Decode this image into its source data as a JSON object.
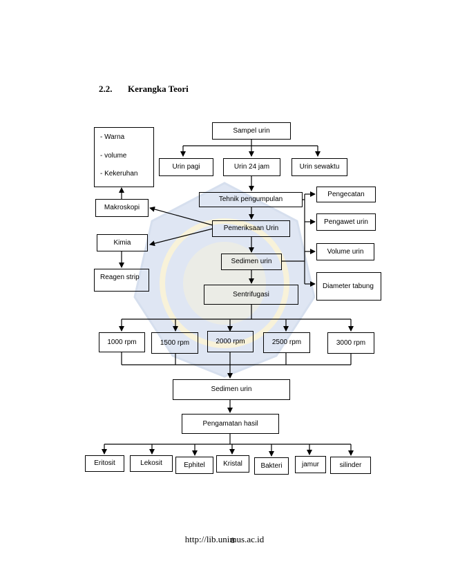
{
  "section": {
    "number": "2.2.",
    "title": "Kerangka Teori"
  },
  "observations": [
    "- Warna",
    "- volume",
    "- Kekeruhan"
  ],
  "nodes": {
    "sampel": "Sampel urin",
    "pagi": "Urin pagi",
    "jam24": "Urin 24 jam",
    "sewaktu": "Urin sewaktu",
    "tehnik": "Tehnik pengumpulan",
    "pengecatan": "Pengecatan",
    "pengawet": "Pengawet urin",
    "volume": "Volume urin",
    "diameter": "Diameter tabung",
    "makroskopi": "Makroskopi",
    "pemeriksaan": "Pemeriksaan Urin",
    "kimia": "Kimia",
    "sedimen1": "Sedimen urin",
    "reagen": "Reagen strip",
    "sentrifugasi": "Sentrifugasi",
    "sedimen2": "Sedimen urin",
    "pengamatan": "Pengamatan hasil"
  },
  "rpm": [
    "1000 rpm",
    "1500 rpm",
    "2000 rpm",
    "2500 rpm",
    "3000 rpm"
  ],
  "results": [
    "Eritosit",
    "Lekosit",
    "Ephitel",
    "Kristal",
    "Bakteri",
    "jamur",
    "silinder"
  ],
  "footer": {
    "url": "http://lib.unimus.ac.id",
    "page": "8"
  },
  "colors": {
    "watermark": "#8fa9d6",
    "watermark_gold": "#e7d27a"
  }
}
